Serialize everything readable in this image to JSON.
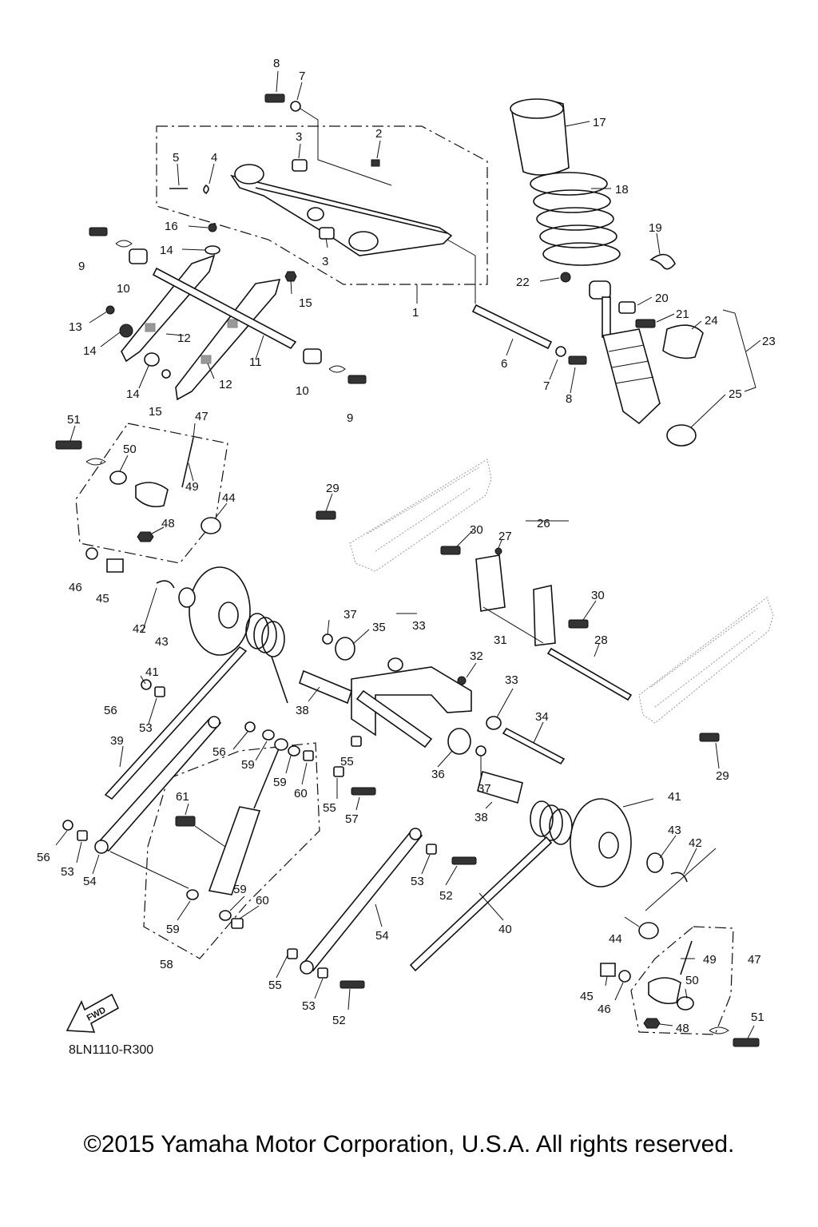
{
  "diagram": {
    "ref_code": "8LN1110-R300",
    "fwd_label": "FWD",
    "copyright": "©2015 Yamaha Motor Corporation, U.S.A. All rights reserved.",
    "callouts": {
      "c8a": "8",
      "c7a": "7",
      "c17": "17",
      "c3a": "3",
      "c2": "2",
      "c5": "5",
      "c4": "4",
      "c18": "18",
      "c16": "16",
      "c9a": "9",
      "c14a": "14",
      "c3b": "3",
      "c19": "19",
      "c10a": "10",
      "c22": "22",
      "c15a": "15",
      "c1": "1",
      "c20": "20",
      "c21": "21",
      "c24": "24",
      "c13": "13",
      "c12a": "12",
      "c14b": "14",
      "c11": "11",
      "c6": "6",
      "c23": "23",
      "c14c": "14",
      "c15b": "15",
      "c12b": "12",
      "c10b": "10",
      "c7b": "7",
      "c8b": "8",
      "c25": "25",
      "c9b": "9",
      "c51a": "51",
      "c47a": "47",
      "c50a": "50",
      "c49a": "49",
      "c44a": "44",
      "c48a": "48",
      "c29a": "29",
      "c26": "26",
      "c30a": "30",
      "c27": "27",
      "c46a": "46",
      "c45a": "45",
      "c30b": "30",
      "c42a": "42",
      "c37a": "37",
      "c35": "35",
      "c43a": "43",
      "c33a": "33",
      "c31": "31",
      "c28": "28",
      "c41a": "41",
      "c32": "32",
      "c33b": "33",
      "c56a": "56",
      "c53a": "53",
      "c38a": "38",
      "c39": "39",
      "c34": "34",
      "c56b": "56",
      "c59a": "59",
      "c55a": "55",
      "c36": "36",
      "c37b": "37",
      "c29b": "29",
      "c59b": "59",
      "c60a": "60",
      "c55b": "55",
      "c57": "57",
      "c61": "61",
      "c38b": "38",
      "c41b": "41",
      "c43b": "43",
      "c42b": "42",
      "c56c": "56",
      "c53b": "53",
      "c54a": "54",
      "c53c": "53",
      "c52a": "52",
      "c59c": "59",
      "c60b": "60",
      "c59d": "59",
      "c54b": "54",
      "c40": "40",
      "c44b": "44",
      "c49b": "49",
      "c47b": "47",
      "c58": "58",
      "c55c": "55",
      "c45b": "45",
      "c46b": "46",
      "c50b": "50",
      "c48b": "48",
      "c51b": "51",
      "c53d": "53",
      "c52b": "52"
    }
  }
}
